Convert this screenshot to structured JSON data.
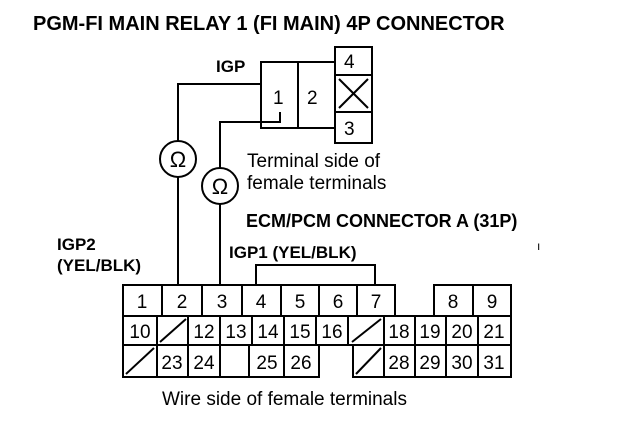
{
  "title": "PGM-FI MAIN RELAY 1 (FI MAIN) 4P CONNECTOR",
  "relay": {
    "igp_label": "IGP",
    "pins": {
      "p1": "1",
      "p2": "2",
      "p3": "3",
      "p4": "4"
    },
    "terminal_side_line1": "Terminal side of",
    "terminal_side_line2": "female terminals"
  },
  "ecm": {
    "title": "ECM/PCM CONNECTOR A (31P)",
    "igp2_line1": "IGP2",
    "igp2_line2": "(YEL/BLK)",
    "igp1_label": "IGP1 (YEL/BLK)",
    "wire_side": "Wire side of female terminals",
    "pins": {
      "p1": "1",
      "p2": "2",
      "p3": "3",
      "p4": "4",
      "p5": "5",
      "p6": "6",
      "p7": "7",
      "p8": "8",
      "p9": "9",
      "p10": "10",
      "p12": "12",
      "p13": "13",
      "p14": "14",
      "p15": "15",
      "p16": "16",
      "p18": "18",
      "p19": "19",
      "p20": "20",
      "p21": "21",
      "p23": "23",
      "p24": "24",
      "p25": "25",
      "p26": "26",
      "p28": "28",
      "p29": "29",
      "p30": "30",
      "p31": "31"
    }
  },
  "icons": {
    "ohmmeter": "ohm-symbol",
    "empty_cavity": "x-mark"
  }
}
